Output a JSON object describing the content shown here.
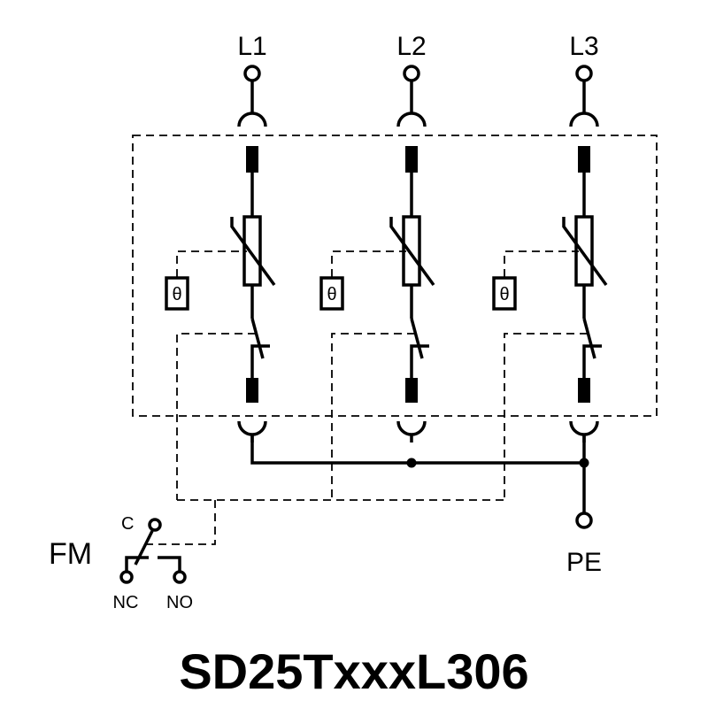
{
  "phases": [
    {
      "label": "L1"
    },
    {
      "label": "L2"
    },
    {
      "label": "L3"
    }
  ],
  "thermal_symbol": "θ",
  "ground_label": "PE",
  "fault_monitor": {
    "label": "FM",
    "common_label": "C",
    "nc_label": "NC",
    "no_label": "NO"
  },
  "model": "SD25TxxxL306"
}
